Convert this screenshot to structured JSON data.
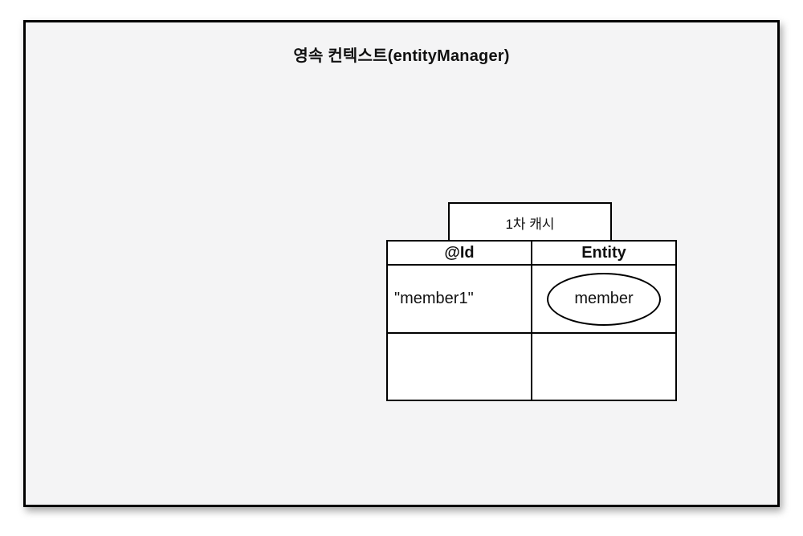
{
  "colors": {
    "page_bg": "#ffffff",
    "panel_bg": "#f4f4f5",
    "border": "#000000",
    "cell_bg": "#ffffff",
    "text": "#111111"
  },
  "diagram": {
    "title": "영속 컨텍스트(entityManager)",
    "cache_label": "1차 캐시",
    "table": {
      "headers": [
        "@Id",
        "Entity"
      ],
      "rows": [
        {
          "id": "\"member1\"",
          "entity": "member"
        },
        {
          "id": "",
          "entity": ""
        }
      ]
    }
  }
}
